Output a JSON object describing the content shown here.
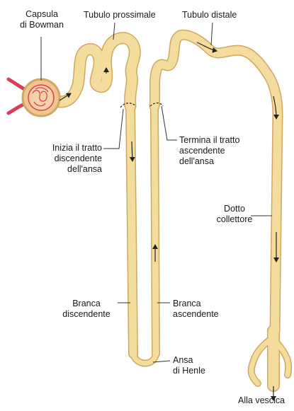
{
  "labels": {
    "bowman": [
      "Capsula",
      "di Bowman"
    ],
    "proximal": "Tubulo prossimale",
    "distal": "Tubulo distale",
    "desc_start": [
      "Inizia il tratto",
      "discendente",
      "dell'ansa"
    ],
    "asc_end": [
      "Termina il tratto",
      "ascendente",
      "dell'ansa"
    ],
    "collecting": [
      "Dotto",
      "collettore"
    ],
    "desc_limb": [
      "Branca",
      "discendente"
    ],
    "asc_limb": [
      "Branca",
      "ascendente"
    ],
    "henle": [
      "Ansa",
      "di Henle"
    ],
    "bladder": "Alla vescica"
  },
  "colors": {
    "tubule": "#f4dc9c",
    "tubule_edge": "#cfa862",
    "capsule": "#f0c68e",
    "capillary": "#d8405a",
    "arrow": "#222222",
    "leader": "#333333"
  }
}
